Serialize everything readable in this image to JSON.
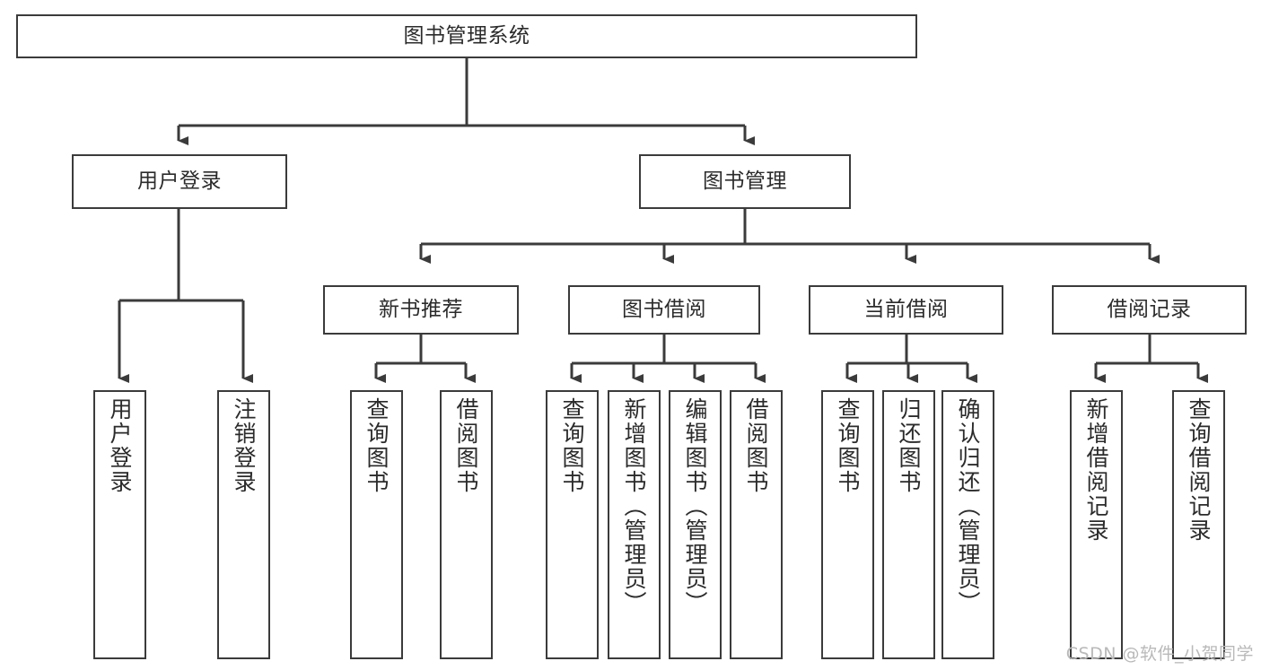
{
  "diagram": {
    "type": "tree",
    "title": "图书管理系统",
    "orientation": "top-down",
    "root": {
      "id": "root",
      "label": "图书管理系统"
    },
    "level2": [
      {
        "id": "user-login",
        "label": "用户登录"
      },
      {
        "id": "book-manage",
        "label": "图书管理"
      }
    ],
    "level3": [
      {
        "id": "new-book-recommend",
        "label": "新书推荐"
      },
      {
        "id": "book-borrow",
        "label": "图书借阅"
      },
      {
        "id": "current-borrow",
        "label": "当前借阅"
      },
      {
        "id": "borrow-record",
        "label": "借阅记录"
      }
    ],
    "leaves": {
      "user_login": [
        {
          "id": "leaf-user-login",
          "label": "用户登录"
        },
        {
          "id": "leaf-logout-login",
          "label": "注销登录"
        }
      ],
      "new_book_recommend": [
        {
          "id": "leaf-query-book-1",
          "label": "查询图书"
        },
        {
          "id": "leaf-borrow-book-1",
          "label": "借阅图书"
        }
      ],
      "book_borrow": [
        {
          "id": "leaf-query-book-2",
          "label": "查询图书"
        },
        {
          "id": "leaf-add-book",
          "label": "新增图书（管理员）"
        },
        {
          "id": "leaf-edit-book",
          "label": "编辑图书（管理员）"
        },
        {
          "id": "leaf-borrow-book-2",
          "label": "借阅图书"
        }
      ],
      "current_borrow": [
        {
          "id": "leaf-query-book-3",
          "label": "查询图书"
        },
        {
          "id": "leaf-return-book",
          "label": "归还图书"
        },
        {
          "id": "leaf-confirm-return",
          "label": "确认归还（管理员）"
        }
      ],
      "borrow_record": [
        {
          "id": "leaf-add-record",
          "label": "新增借阅记录"
        },
        {
          "id": "leaf-query-record",
          "label": "查询借阅记录"
        }
      ]
    },
    "colors": {
      "stroke": "#3b3b3b",
      "fill": "#ffffff",
      "text": "#2b2b2b",
      "watermark": "#b9b9b9"
    }
  },
  "watermark": {
    "text": "CSDN @软件_小贺同学"
  }
}
